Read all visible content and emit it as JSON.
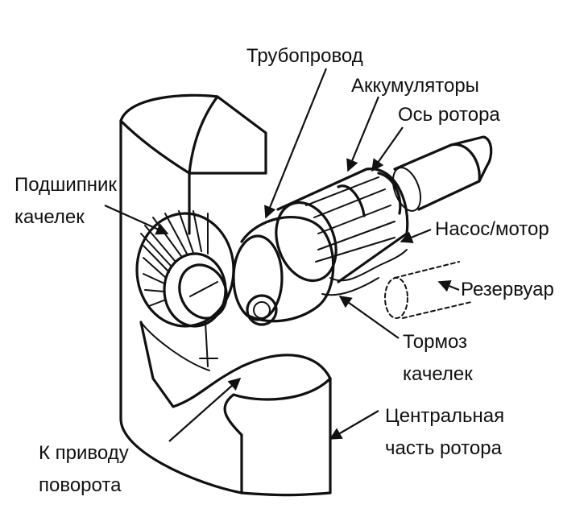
{
  "labels": {
    "pipeline": "Трубопровод",
    "accumulators": "Аккумуляторы",
    "rotor_axis": "Ось ротора",
    "gimbal_bearing_1": "Подшипник",
    "gimbal_bearing_2": "качелек",
    "pump_motor": "Насос/мотор",
    "reservoir": "Резервуар",
    "gimbal_brake_1": "Тормоз",
    "gimbal_brake_2": "качелек",
    "central_rotor_1": "Центральная",
    "central_rotor_2": "часть ротора",
    "rotation_drive_1": "К приводу",
    "rotation_drive_2": "поворота"
  },
  "colors": {
    "ink": "#111111",
    "background": "#ffffff"
  }
}
